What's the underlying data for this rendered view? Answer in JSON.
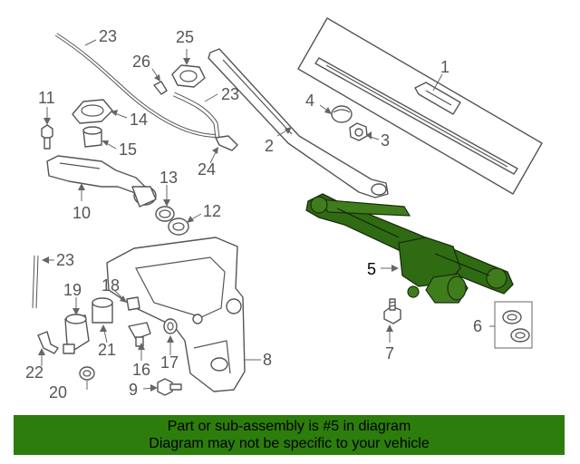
{
  "callouts": {
    "c1": "1",
    "c2": "2",
    "c3": "3",
    "c4": "4",
    "c5": "5",
    "c6": "6",
    "c7": "7",
    "c8": "8",
    "c9": "9",
    "c10": "10",
    "c11": "11",
    "c12": "12",
    "c13": "13",
    "c14": "14",
    "c15": "15",
    "c16": "16",
    "c17": "17",
    "c18": "18",
    "c19": "19",
    "c20": "20",
    "c21": "21",
    "c22": "22",
    "c23a": "23",
    "c23b": "23",
    "c23c": "23",
    "c24": "24",
    "c25": "25",
    "c26": "26"
  },
  "highlight": {
    "part_number": "5",
    "color": "#2d7d0c"
  },
  "banner": {
    "line1": "Part or sub-assembly is #5 in diagram",
    "line2": "Diagram may not be specific to your vehicle"
  }
}
